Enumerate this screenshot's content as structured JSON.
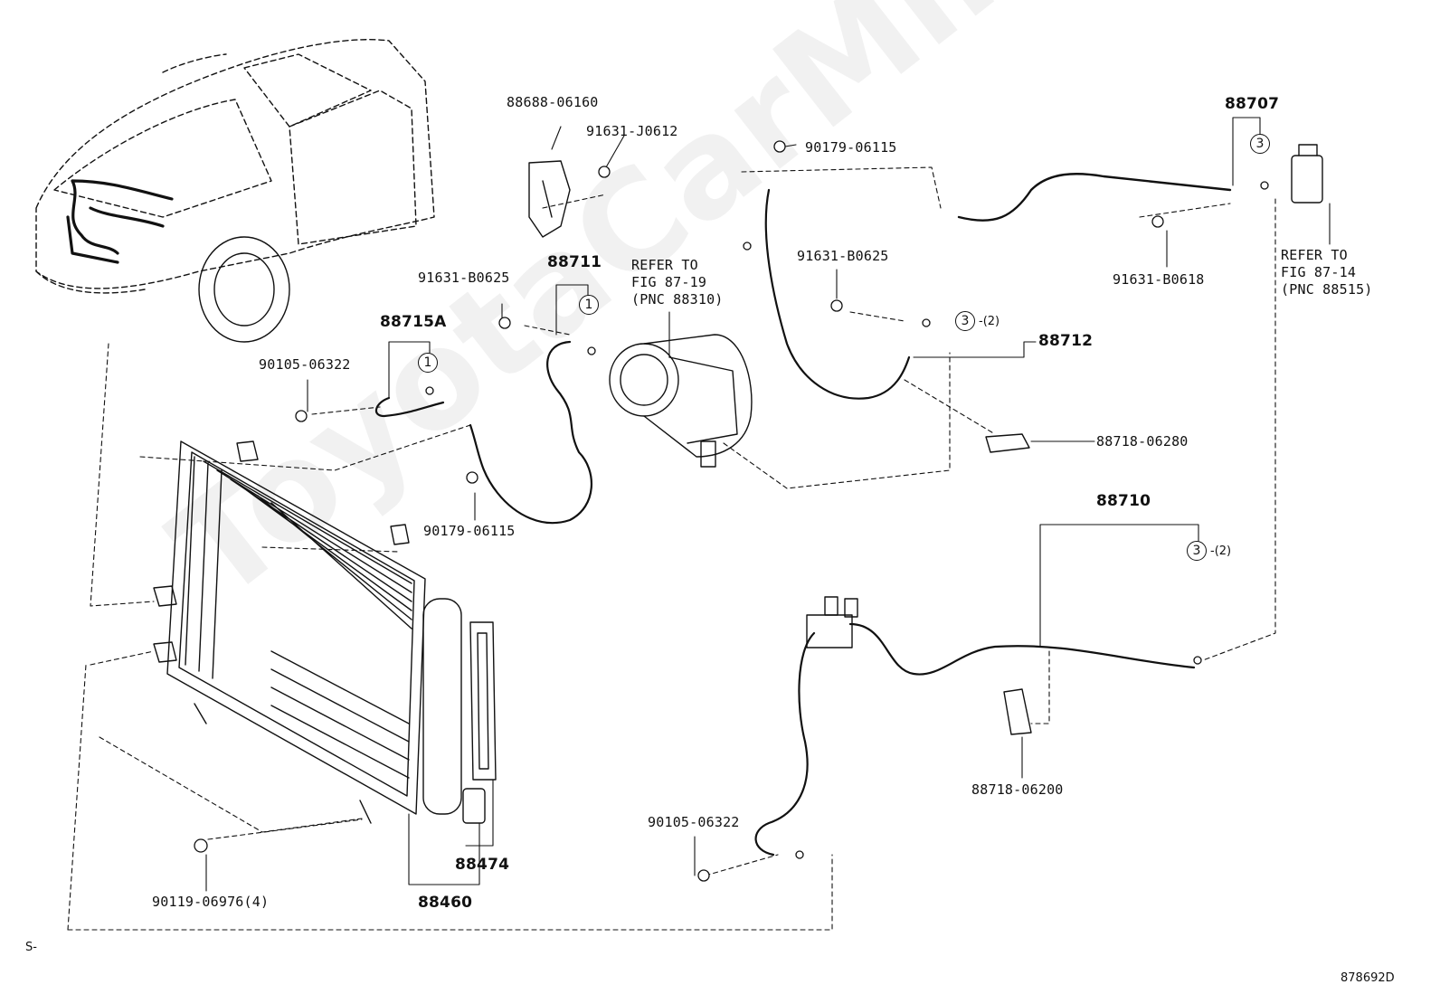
{
  "watermark": "ToyotaCarMine.ru",
  "footer": {
    "left": "S-",
    "code": "878692D"
  },
  "parts": {
    "p88688_06160": "88688-06160",
    "p91631_J0612": "91631-J0612",
    "p90179_06115_top": "90179-06115",
    "p88707": "88707",
    "p91631_B0625_left": "91631-B0625",
    "p88711": "88711",
    "p91631_B0625_right": "91631-B0625",
    "p91631_B0618": "91631-B0618",
    "p88715A": "88715A",
    "p90105_06322_left": "90105-06322",
    "p88712": "88712",
    "p88718_06280": "88718-06280",
    "p90179_06115_bottom": "90179-06115",
    "p88710": "88710",
    "p88718_06200": "88718-06200",
    "p90105_06322_bottom": "90105-06322",
    "p88474": "88474",
    "p88460": "88460",
    "p90119_06976": "90119-06976(4)"
  },
  "references": {
    "compressor": "REFER TO\nFIG 87-19\n(PNC 88310)",
    "valve": "REFER TO\nFIG 87-14\n(PNC 88515)"
  },
  "marks": {
    "m1a": "1",
    "m1b": "1",
    "m3a": "3",
    "m3b": "3",
    "m3c": "3",
    "q2a": "-(2)",
    "q2b": "-(2)"
  }
}
